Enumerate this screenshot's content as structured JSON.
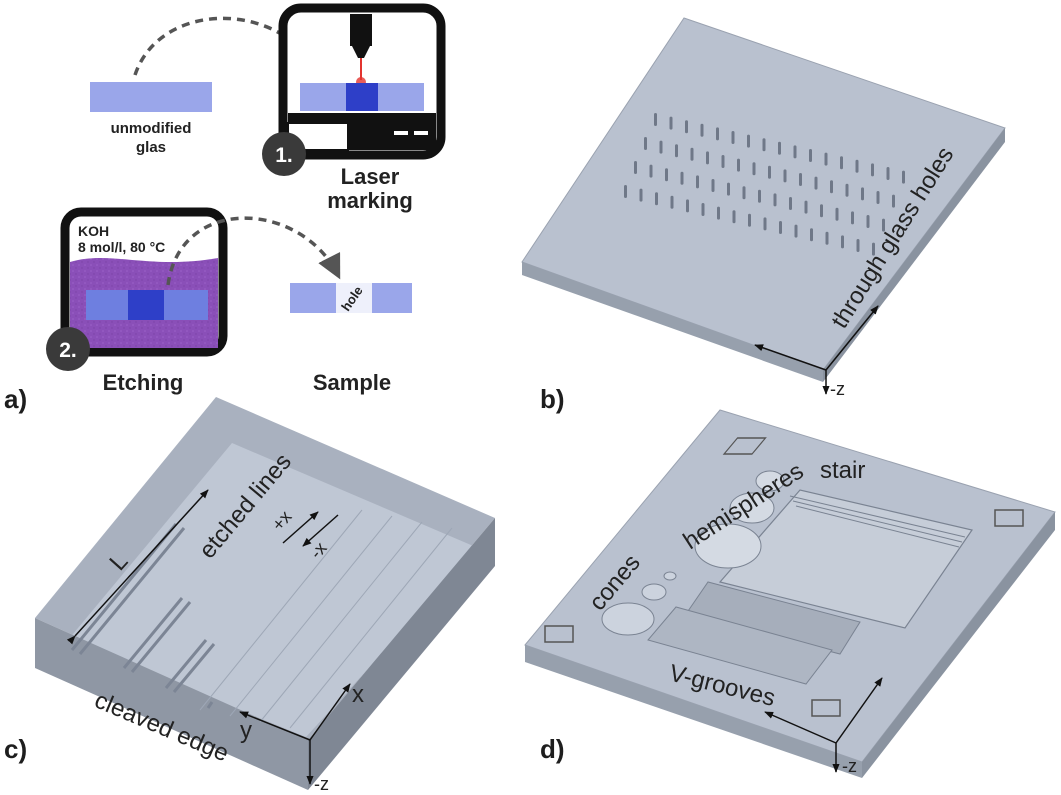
{
  "panels": {
    "a": {
      "label": "a)",
      "unmodified_glass": [
        "unmodified",
        "glas"
      ],
      "step1_number": "1.",
      "step1_title": [
        "Laser",
        "marking"
      ],
      "koh_text": [
        "KOH",
        "8 mol/l, 80 °C"
      ],
      "step2_number": "2.",
      "step2_title": "Etching",
      "sample_title": "Sample",
      "hole_label": "hole"
    },
    "b": {
      "label": "b)",
      "annotation": "through glass holes",
      "axis_z": "-z"
    },
    "c": {
      "label": "c)",
      "etched_lines": "etched lines",
      "length_label": "L",
      "plus_x": "+x",
      "minus_x": "-x",
      "cleaved_edge": "cleaved edge",
      "axis_x": "x",
      "axis_y": "y",
      "axis_z": "-z"
    },
    "d": {
      "label": "d)",
      "stair": "stair",
      "hemispheres": "hemispheres",
      "cones": "cones",
      "v_grooves": "V-grooves",
      "axis_z": "-z"
    }
  },
  "colors": {
    "glass_blue": "#9aa6ea",
    "laser_blue": "#2e3fc8",
    "koh_purple": "#8a4fb8",
    "slab_top": "#b9c1cf",
    "slab_side": "#8f97a4",
    "dark": "#111111"
  }
}
